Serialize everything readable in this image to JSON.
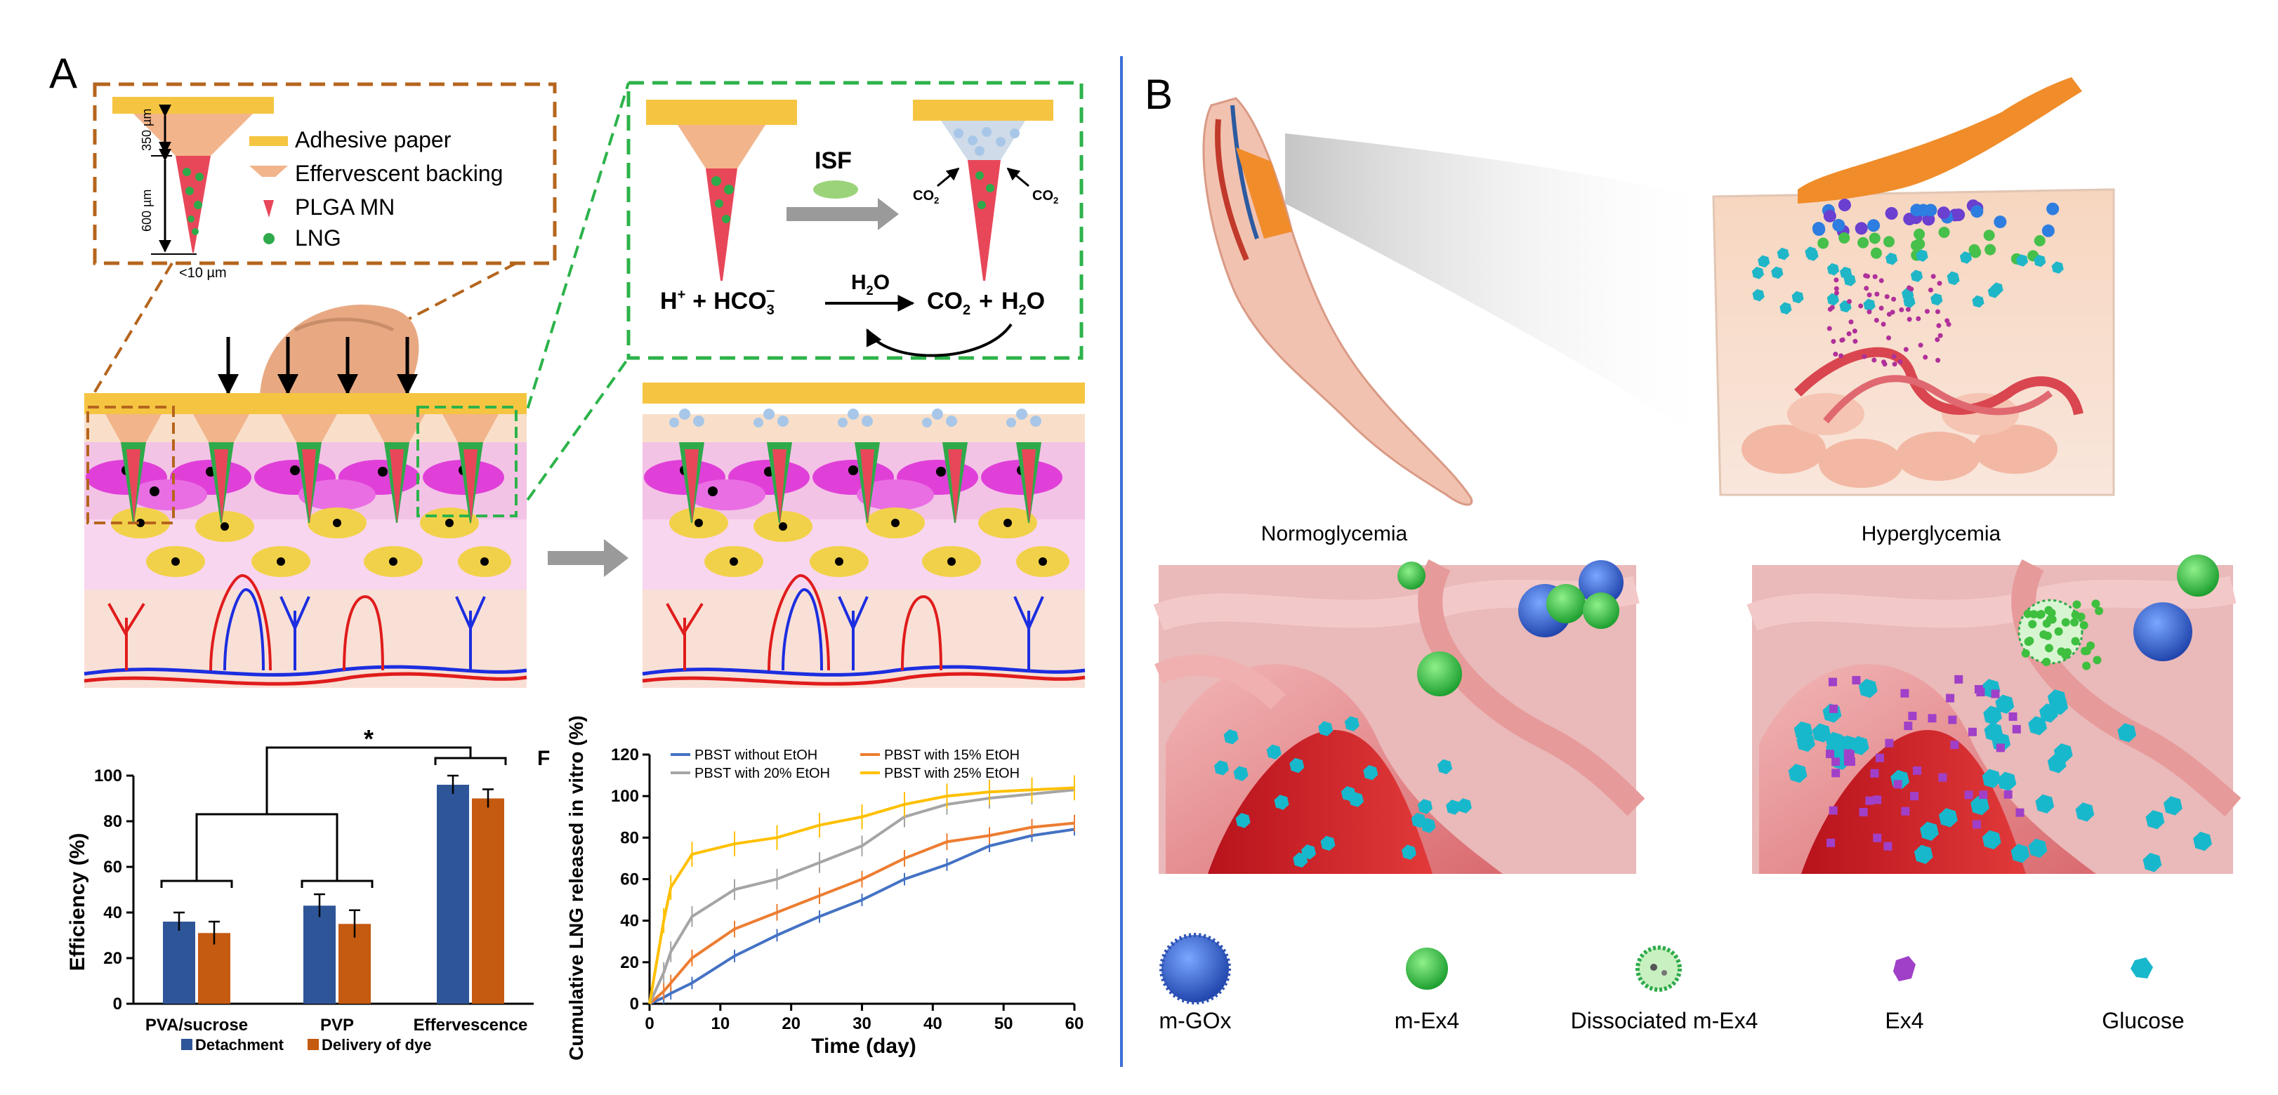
{
  "panel_a": {
    "letter": "A",
    "legend": {
      "height_top": "350 µm",
      "height_bottom": "600 µm",
      "tip_width": "<10 µm",
      "items": [
        "Adhesive paper",
        "Effervescent backing",
        "PLGA MN",
        "LNG"
      ]
    },
    "reaction": {
      "isf": "ISF",
      "co2": "CO",
      "sub2": "2",
      "h": "H",
      "o": "O",
      "plus_sup": "+",
      "minus_sup": "−",
      "hco3": "HCO",
      "sub3": "3",
      "plus": "+"
    }
  },
  "panel_b": {
    "letter": "B",
    "normo_label": "Normoglycemia",
    "hyper_label": "Hyperglycemia",
    "legend": [
      "m-GOx",
      "m-Ex4",
      "Dissociated m-Ex4",
      "Ex4",
      "Glucose"
    ]
  },
  "colors": {
    "adhesive": "#f5c542",
    "backing": "#f2b48a",
    "needle": "#e8475a",
    "lng": "#2eaa4a",
    "dash_brown": "#b5651d",
    "dash_green": "#2cb34a",
    "divider": "#3a6ed8",
    "bar_detachment": "#2e5597",
    "bar_dye": "#c55a11"
  },
  "chart_data": [
    {
      "type": "bar",
      "categories": [
        "PVA/sucrose",
        "PVP",
        "Effervescence"
      ],
      "series": [
        {
          "name": "Detachment",
          "values": [
            36,
            43,
            96
          ],
          "errors": [
            4,
            5,
            4
          ]
        },
        {
          "name": "Delivery of dye",
          "values": [
            31,
            35,
            90
          ],
          "errors": [
            5,
            6,
            4
          ]
        }
      ],
      "xlabel": "",
      "ylabel": "Efficiency (%)",
      "ylim": [
        0,
        100
      ],
      "yticks": [
        0,
        20,
        40,
        60,
        80,
        100
      ],
      "significance": "*",
      "legend_position": "bottom"
    },
    {
      "type": "line",
      "panel_letter": "F",
      "x": [
        0,
        2,
        3,
        6,
        12,
        18,
        24,
        30,
        36,
        42,
        48,
        54,
        60
      ],
      "series": [
        {
          "name": "PBST without EtOH",
          "values": [
            0,
            3,
            5,
            10,
            23,
            33,
            42,
            50,
            60,
            67,
            76,
            81,
            84
          ]
        },
        {
          "name": "PBST with 15% EtOH",
          "values": [
            0,
            6,
            10,
            22,
            36,
            44,
            52,
            60,
            70,
            78,
            81,
            85,
            87
          ]
        },
        {
          "name": "PBST with 20% EtOH",
          "values": [
            0,
            15,
            25,
            42,
            55,
            60,
            68,
            76,
            90,
            96,
            99,
            101,
            103
          ]
        },
        {
          "name": "PBST with 25% EtOH",
          "values": [
            0,
            40,
            56,
            72,
            77,
            80,
            86,
            90,
            96,
            100,
            102,
            103,
            104
          ]
        }
      ],
      "xlabel": "Time (day)",
      "ylabel": "Cumulative LNG released in vitro (%)",
      "xlim": [
        0,
        60
      ],
      "ylim": [
        0,
        120
      ],
      "xticks": [
        0,
        10,
        20,
        30,
        40,
        50,
        60
      ],
      "yticks": [
        0,
        20,
        40,
        60,
        80,
        100,
        120
      ],
      "legend_position": "top"
    }
  ]
}
